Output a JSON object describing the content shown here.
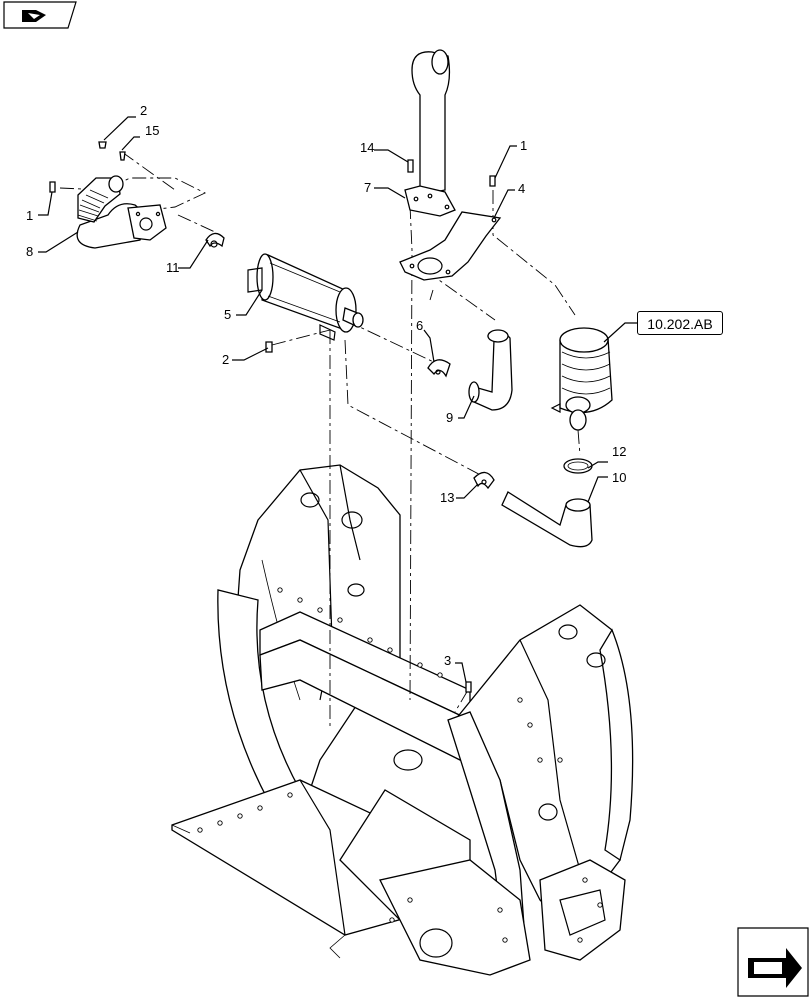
{
  "reference_box": "10.202.AB",
  "callouts": [
    {
      "id": "c1a",
      "label": "1"
    },
    {
      "id": "c1b",
      "label": "1"
    },
    {
      "id": "c2a",
      "label": "2"
    },
    {
      "id": "c2b",
      "label": "2"
    },
    {
      "id": "c3",
      "label": "3"
    },
    {
      "id": "c4",
      "label": "4"
    },
    {
      "id": "c5",
      "label": "5"
    },
    {
      "id": "c6",
      "label": "6"
    },
    {
      "id": "c7",
      "label": "7"
    },
    {
      "id": "c8",
      "label": "8"
    },
    {
      "id": "c9",
      "label": "9"
    },
    {
      "id": "c10",
      "label": "10"
    },
    {
      "id": "c11",
      "label": "11"
    },
    {
      "id": "c12",
      "label": "12"
    },
    {
      "id": "c13",
      "label": "13"
    },
    {
      "id": "c14",
      "label": "14"
    },
    {
      "id": "c15",
      "label": "15"
    }
  ],
  "icons": {
    "top_left": "page-flip-icon",
    "bottom_right": "next-page-arrow-icon"
  }
}
